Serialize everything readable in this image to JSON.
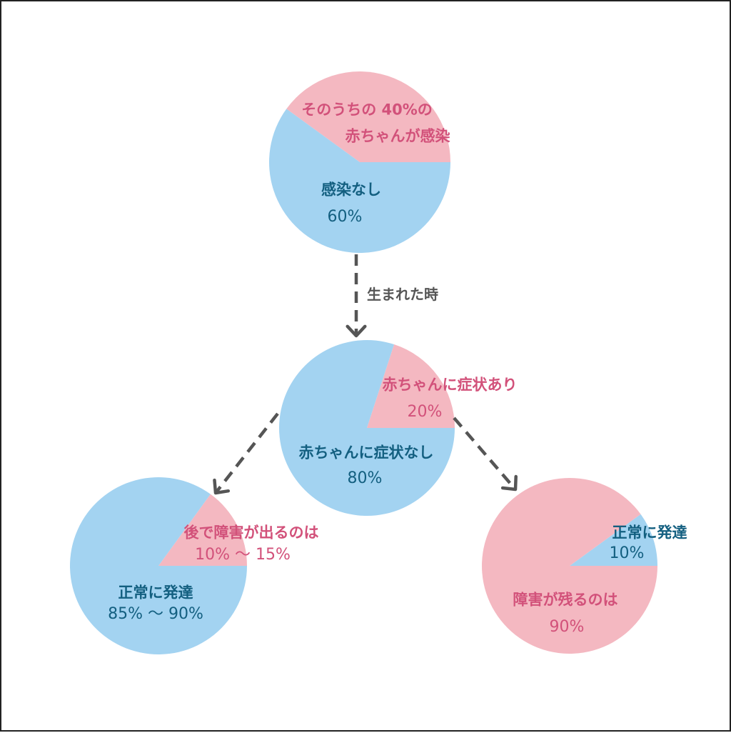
{
  "colors": {
    "pink_slice": "#f4b8c1",
    "blue_slice": "#a3d3f1",
    "pink_text": "#d2517a",
    "blue_text": "#135f80",
    "arrow": "#555555"
  },
  "arrow_label": "生まれた時",
  "chart_data": [
    {
      "type": "pie",
      "id": "top",
      "slices": [
        {
          "label_lines": [
            "そのうちの 40%の",
            "赤ちゃんが感染"
          ],
          "value": 40,
          "color": "pink"
        },
        {
          "label_lines": [
            "感染なし",
            "60%"
          ],
          "value": 60,
          "color": "blue"
        }
      ]
    },
    {
      "type": "pie",
      "id": "middle",
      "slices": [
        {
          "label_lines": [
            "赤ちゃんに症状あり",
            "20%"
          ],
          "value": 20,
          "color": "pink"
        },
        {
          "label_lines": [
            "赤ちゃんに症状なし",
            "80%"
          ],
          "value": 80,
          "color": "blue"
        }
      ]
    },
    {
      "type": "pie",
      "id": "bottom-left",
      "slices": [
        {
          "label_lines": [
            "後で障害が出るのは",
            "10% ～ 15%"
          ],
          "value": 15,
          "color": "pink"
        },
        {
          "label_lines": [
            "正常に発達",
            "85% ～ 90%"
          ],
          "value": 85,
          "color": "blue"
        }
      ]
    },
    {
      "type": "pie",
      "id": "bottom-right",
      "slices": [
        {
          "label_lines": [
            "正常に発達",
            "10%"
          ],
          "value": 10,
          "color": "blue"
        },
        {
          "label_lines": [
            "障害が残るのは",
            "90%"
          ],
          "value": 90,
          "color": "pink"
        }
      ]
    }
  ]
}
